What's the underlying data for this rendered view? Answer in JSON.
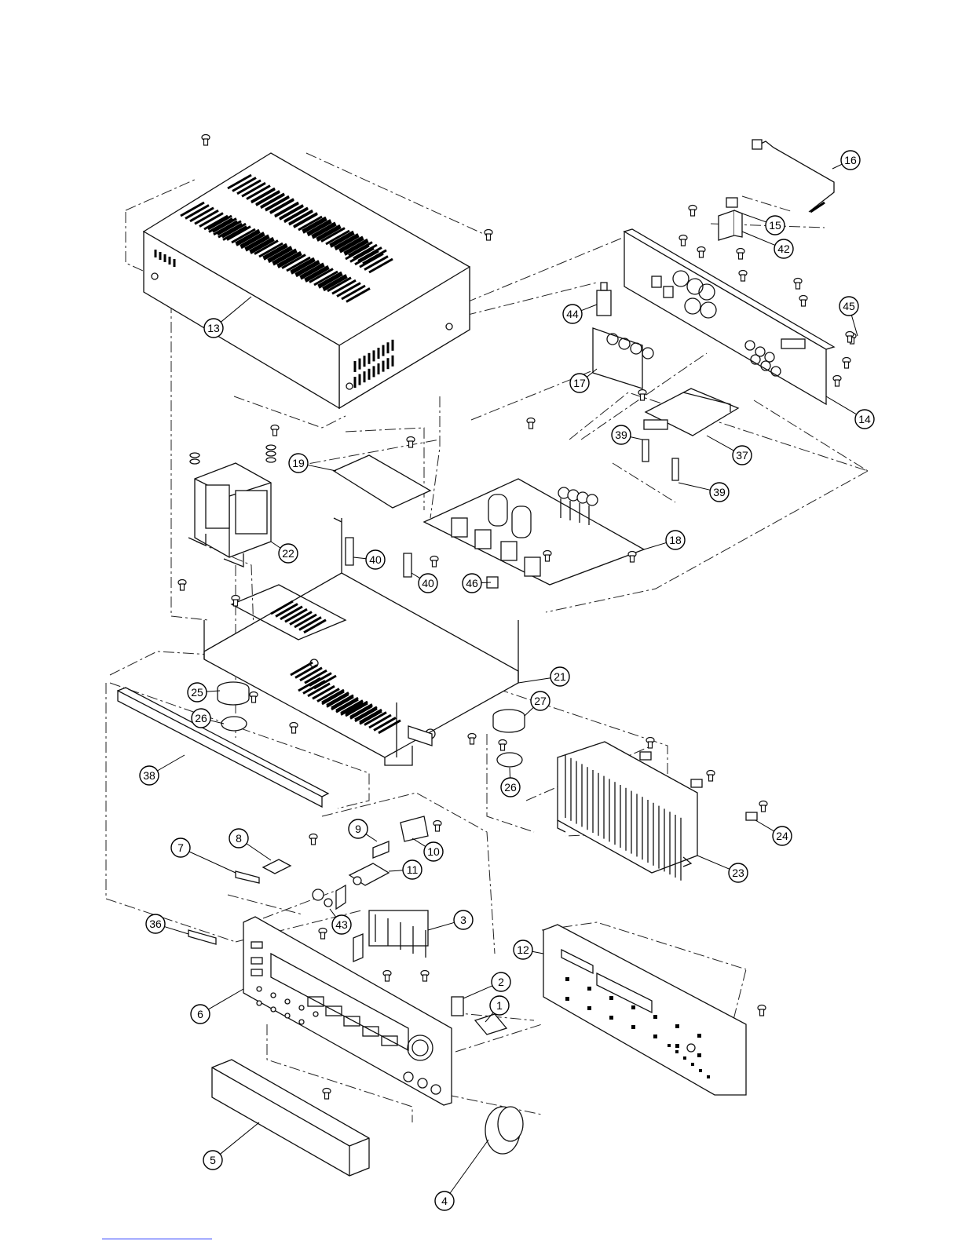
{
  "diagram": {
    "callouts": [
      {
        "id": "c1",
        "label": "1"
      },
      {
        "id": "c2",
        "label": "2"
      },
      {
        "id": "c3",
        "label": "3"
      },
      {
        "id": "c4",
        "label": "4"
      },
      {
        "id": "c5",
        "label": "5"
      },
      {
        "id": "c6",
        "label": "6"
      },
      {
        "id": "c7",
        "label": "7"
      },
      {
        "id": "c8",
        "label": "8"
      },
      {
        "id": "c9",
        "label": "9"
      },
      {
        "id": "c10",
        "label": "10"
      },
      {
        "id": "c11",
        "label": "11"
      },
      {
        "id": "c12",
        "label": "12"
      },
      {
        "id": "c13",
        "label": "13"
      },
      {
        "id": "c14",
        "label": "14"
      },
      {
        "id": "c15",
        "label": "15"
      },
      {
        "id": "c16",
        "label": "16"
      },
      {
        "id": "c17",
        "label": "17"
      },
      {
        "id": "c18",
        "label": "18"
      },
      {
        "id": "c19",
        "label": "19"
      },
      {
        "id": "c21",
        "label": "21"
      },
      {
        "id": "c22",
        "label": "22"
      },
      {
        "id": "c23",
        "label": "23"
      },
      {
        "id": "c24",
        "label": "24"
      },
      {
        "id": "c25",
        "label": "25"
      },
      {
        "id": "c26a",
        "label": "26"
      },
      {
        "id": "c26b",
        "label": "26"
      },
      {
        "id": "c27",
        "label": "27"
      },
      {
        "id": "c36",
        "label": "36"
      },
      {
        "id": "c37",
        "label": "37"
      },
      {
        "id": "c38",
        "label": "38"
      },
      {
        "id": "c39a",
        "label": "39"
      },
      {
        "id": "c39b",
        "label": "39"
      },
      {
        "id": "c40a",
        "label": "40"
      },
      {
        "id": "c40b",
        "label": "40"
      },
      {
        "id": "c42",
        "label": "42"
      },
      {
        "id": "c43",
        "label": "43"
      },
      {
        "id": "c44",
        "label": "44"
      },
      {
        "id": "c45",
        "label": "45"
      },
      {
        "id": "c46",
        "label": "46"
      }
    ]
  }
}
